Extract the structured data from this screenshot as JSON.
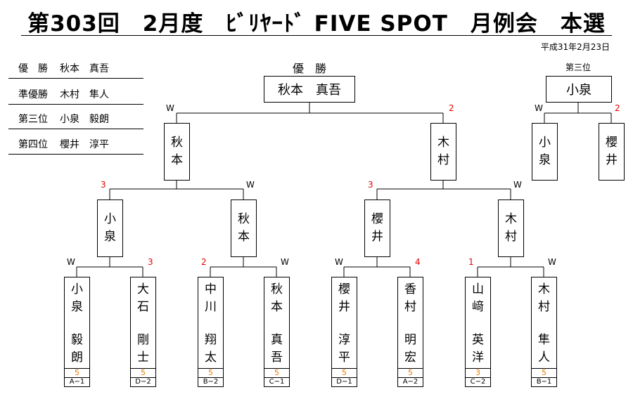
{
  "title": "第303回　2月度　ﾋﾞﾘﾔｰﾄﾞ FIVE SPOT　月例会　本選",
  "date": "平成31年2月23日",
  "rankings": [
    {
      "rank": "優　勝",
      "name": "秋本　真吾"
    },
    {
      "rank": "準優勝",
      "name": "木村　隼人"
    },
    {
      "rank": "第三位",
      "name": "小泉　毅朗"
    },
    {
      "rank": "第四位",
      "name": "櫻井　淳平"
    }
  ],
  "champion": {
    "label": "優　勝",
    "name": "秋本　真吾"
  },
  "third": {
    "label": "第三位",
    "name": "小泉"
  },
  "final": {
    "left": {
      "name": [
        "秋",
        "本"
      ],
      "mark": "W"
    },
    "right": {
      "name": [
        "木",
        "村"
      ],
      "mark": "2"
    }
  },
  "third_match": {
    "left": {
      "name": [
        "小",
        "泉"
      ],
      "mark": "W"
    },
    "right": {
      "name": [
        "櫻",
        "井"
      ],
      "mark": "2"
    }
  },
  "semis": [
    {
      "name": [
        "小",
        "泉"
      ],
      "mark": "3"
    },
    {
      "name": [
        "秋",
        "本"
      ],
      "mark": "W"
    },
    {
      "name": [
        "櫻",
        "井"
      ],
      "mark": "3"
    },
    {
      "name": [
        "木",
        "村"
      ],
      "mark": "W"
    }
  ],
  "players": [
    {
      "chars": [
        "小",
        "泉",
        "毅",
        "朗"
      ],
      "mark": "W",
      "seed": "5",
      "code": "A−1"
    },
    {
      "chars": [
        "大",
        "石",
        "剛",
        "士"
      ],
      "mark": "3",
      "seed": "5",
      "code": "D−2"
    },
    {
      "chars": [
        "中",
        "川",
        "翔",
        "太"
      ],
      "mark": "2",
      "seed": "5",
      "code": "B−2"
    },
    {
      "chars": [
        "秋",
        "本",
        "真",
        "吾"
      ],
      "mark": "W",
      "seed": "5",
      "code": "C−1"
    },
    {
      "chars": [
        "櫻",
        "井",
        "淳",
        "平"
      ],
      "mark": "W",
      "seed": "5",
      "code": "D−1"
    },
    {
      "chars": [
        "香",
        "村",
        "明",
        "宏"
      ],
      "mark": "4",
      "seed": "5",
      "code": "A−2"
    },
    {
      "chars": [
        "山",
        "﨑",
        "英",
        "洋"
      ],
      "mark": "1",
      "seed": "3",
      "code": "C−2"
    },
    {
      "chars": [
        "木",
        "村",
        "隼",
        "人"
      ],
      "mark": "W",
      "seed": "5",
      "code": "B−1"
    }
  ]
}
